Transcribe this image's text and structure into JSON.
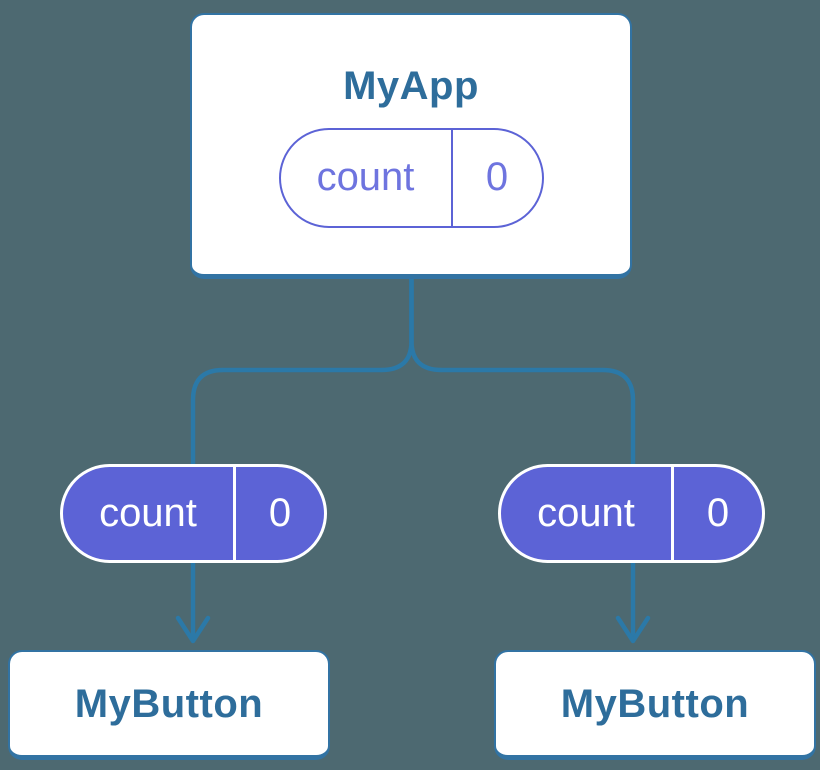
{
  "diagram": {
    "root": {
      "title": "MyApp",
      "state": {
        "name": "count",
        "value": "0"
      }
    },
    "left_child": {
      "title": "MyButton",
      "state": {
        "name": "count",
        "value": "0"
      }
    },
    "right_child": {
      "title": "MyButton",
      "state": {
        "name": "count",
        "value": "0"
      }
    }
  },
  "colors": {
    "background": "#4D6971",
    "line_blue": "#2B79A8",
    "card_border": "#3273A3",
    "title_text": "#2E6D9B",
    "pill_purple": "#5C63D6",
    "pill_outline_text": "#6E74DF",
    "card_bg": "#FFFFFF",
    "pill_text_light": "#FFFFFF"
  }
}
